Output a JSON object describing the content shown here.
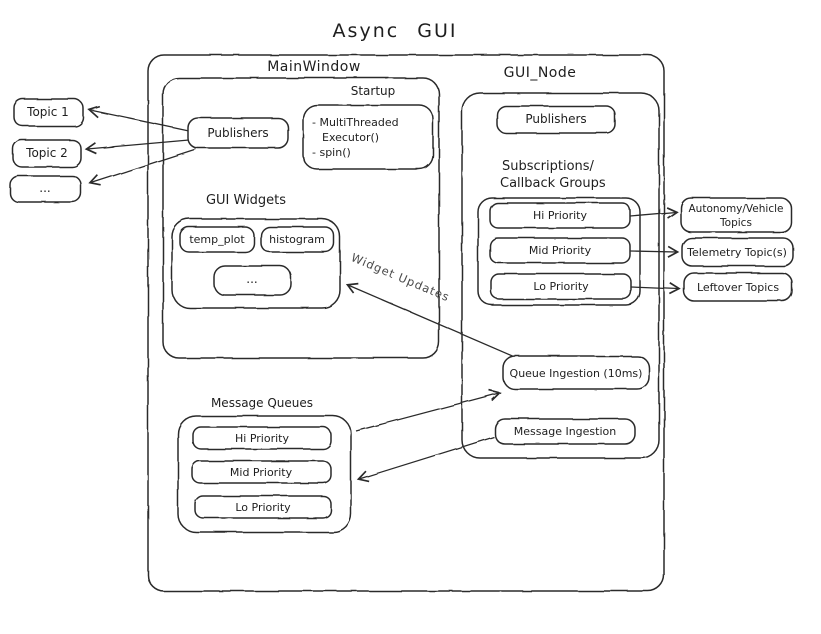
{
  "title": "Async GUI",
  "colors": {
    "stroke": "#2a2a2a",
    "text": "#1e1e1e",
    "background": "#ffffff"
  },
  "left_topics": [
    "Topic 1",
    "Topic 2",
    "..."
  ],
  "main_window": {
    "label": "MainWindow",
    "publishers_label": "Publishers",
    "startup": {
      "label": "Startup",
      "lines": [
        "- MultiThreaded",
        "Executor()",
        "- spin()"
      ]
    },
    "gui_widgets": {
      "label": "GUI Widgets",
      "items": [
        "temp_plot",
        "histogram",
        "..."
      ]
    }
  },
  "message_queues": {
    "label": "Message Queues",
    "items": [
      "Hi Priority",
      "Mid Priority",
      "Lo Priority"
    ]
  },
  "gui_node": {
    "label": "GUI_Node",
    "publishers_label": "Publishers",
    "subscriptions": {
      "label_line1": "Subscriptions/",
      "label_line2": "Callback Groups",
      "items": [
        "Hi Priority",
        "Mid Priority",
        "Lo Priority"
      ]
    },
    "queue_ingestion_label": "Queue Ingestion (10ms)",
    "message_ingestion_label": "Message Ingestion"
  },
  "right_topics": [
    {
      "line1": "Autonomy/Vehicle",
      "line2": "Topics"
    },
    {
      "line1": "Telemetry Topic(s)"
    },
    {
      "line1": "Leftover Topics"
    }
  ],
  "arrow_labels": {
    "widget_updates": "Widget Updates"
  }
}
